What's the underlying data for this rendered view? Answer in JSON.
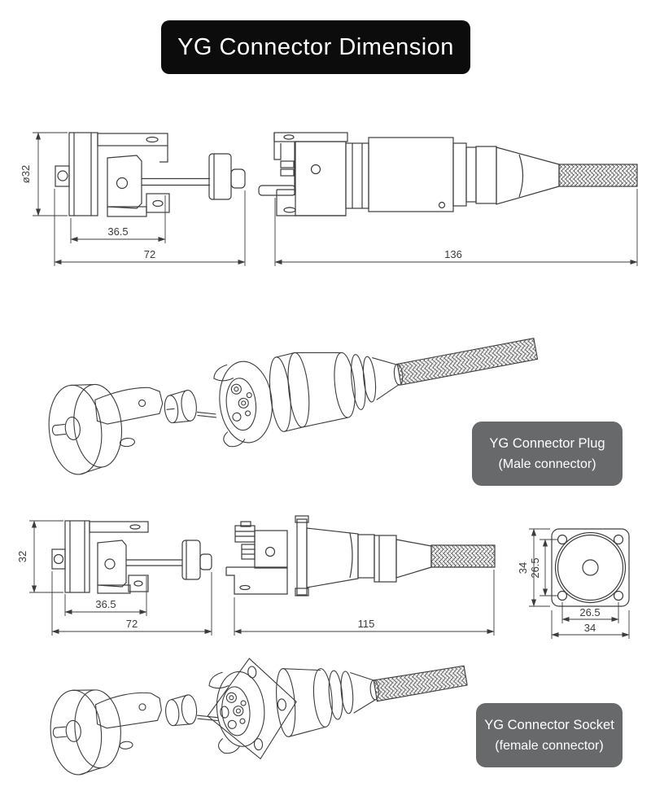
{
  "title": "YG Connector Dimension",
  "dimensions": {
    "top_left": {
      "diameter": "ø32",
      "inner_width": "36.5",
      "overall_width": "72"
    },
    "top_right": {
      "overall_length": "136"
    },
    "bottom_left": {
      "height": "32",
      "inner_width": "36.5",
      "overall_width": "72"
    },
    "bottom_middle": {
      "overall_length": "115"
    },
    "flange_front": {
      "overall_height": "34",
      "hole_pitch_vertical": "26.5",
      "hole_pitch_horizontal": "26.5",
      "overall_width": "34"
    }
  },
  "callouts": {
    "plug": {
      "line1": "YG Connector Plug",
      "line2": "(Male connector)"
    },
    "socket": {
      "line1": "YG Connector Socket",
      "line2": "(female connector)"
    }
  },
  "colors": {
    "title_bg": "#0c0c0c",
    "title_text": "#ffffff",
    "callout_bg": "#67696b",
    "callout_text": "#ffffff",
    "line_art": "#3c3c3c"
  }
}
